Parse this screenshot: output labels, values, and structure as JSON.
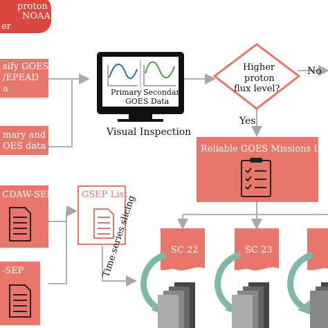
{
  "top_pill": {
    "line1": "proton",
    "line2": "NOAA",
    "line3": "er"
  },
  "box_classify": {
    "line1": "sify GOES-",
    "line2": "/EPEAD",
    "line3": "a"
  },
  "box_primary": {
    "line1": "mary and",
    "line2": "OES data"
  },
  "box_cdaw": {
    "label": "CDAW-SEP"
  },
  "box_sep": {
    "label": "-SEP"
  },
  "monitor": {
    "primary": "Primary",
    "secondary": "Secondary",
    "caption": "GOES Data",
    "label": "Visual Inspection"
  },
  "decision": {
    "line1": "Higher",
    "line2": "proton",
    "line3": "flux level?",
    "yes": "Yes",
    "no": "No"
  },
  "reliable": {
    "title": "Reliable GOES Missions List"
  },
  "gsep": {
    "title": "GSEP List"
  },
  "slicing": {
    "label": "Time series slicing"
  },
  "sc": [
    "SC 22",
    "SC 23"
  ],
  "colors": {
    "salmon": "#e8766a",
    "red": "#d9473e",
    "teal": "#7fb9a6",
    "gray": "#555555"
  }
}
